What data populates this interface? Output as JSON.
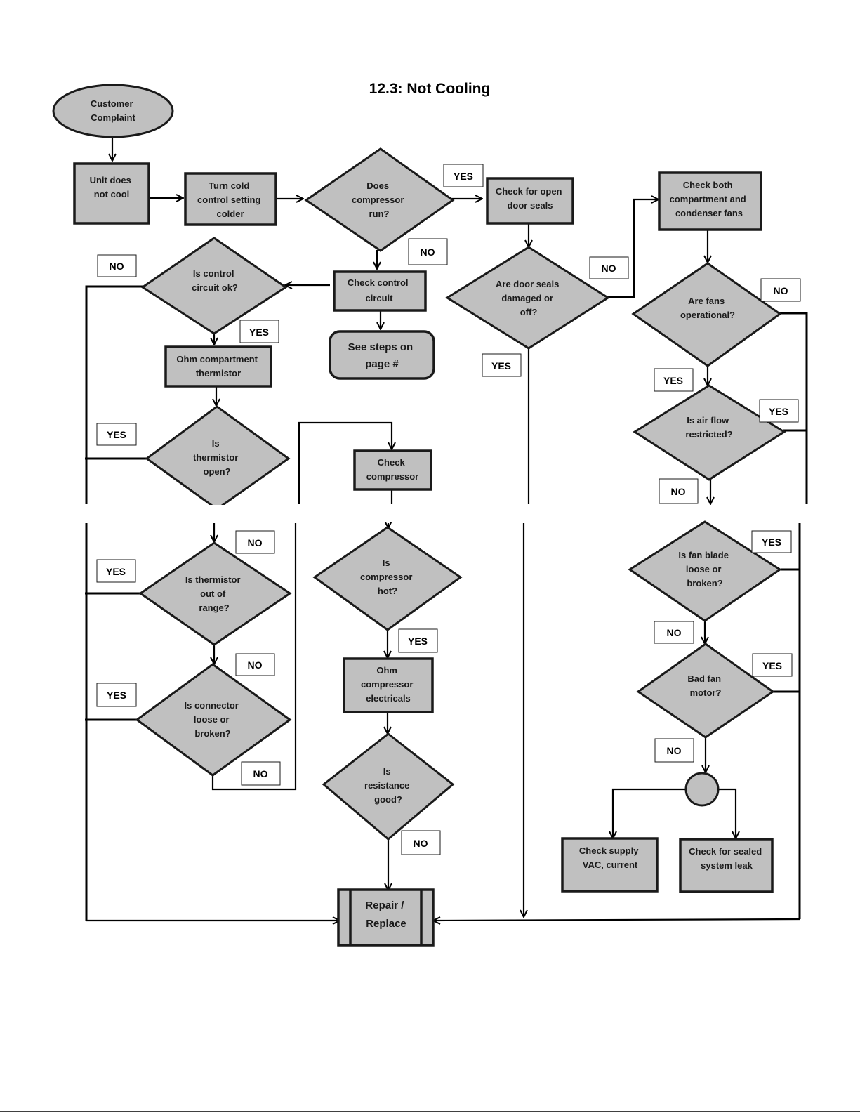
{
  "title": "12.3: Not Cooling",
  "nodes": {
    "customer_complaint": [
      "Customer",
      "Complaint"
    ],
    "unit_does_not_cool": [
      "Unit does",
      "not cool"
    ],
    "turn_cold_control": [
      "Turn cold",
      "control setting",
      "colder"
    ],
    "does_compressor_run": [
      "Does",
      "compressor",
      "run?"
    ],
    "check_open_door_seals": [
      "Check for open",
      "door seals"
    ],
    "check_both_fans": [
      "Check both",
      "compartment and",
      "condenser fans"
    ],
    "is_control_circuit_ok": [
      "Is control",
      "circuit ok?"
    ],
    "check_control_circuit": [
      "Check control",
      "circuit"
    ],
    "see_steps": [
      "See steps on",
      "page #"
    ],
    "door_seals_damaged": [
      "Are door seals",
      "damaged or",
      "off?"
    ],
    "are_fans_operational": [
      "Are fans",
      "operational?"
    ],
    "ohm_compartment_thermistor": [
      "Ohm compartment",
      "thermistor"
    ],
    "is_air_flow_restricted": [
      "Is air flow",
      "restricted?"
    ],
    "is_thermistor_open": [
      "Is",
      "thermistor",
      "open?"
    ],
    "check_compressor": [
      "Check",
      "compressor"
    ],
    "is_fan_blade_loose": [
      "Is fan blade",
      "loose or",
      "broken?"
    ],
    "is_thermistor_out_of_range": [
      "Is thermistor",
      "out of",
      "range?"
    ],
    "is_compressor_hot": [
      "Is",
      "compressor",
      "hot?"
    ],
    "is_connector_loose": [
      "Is connector",
      "loose or",
      "broken?"
    ],
    "ohm_compressor_electricals": [
      "Ohm",
      "compressor",
      "electricals"
    ],
    "bad_fan_motor": [
      "Bad fan",
      "motor?"
    ],
    "is_resistance_good": [
      "Is",
      "resistance",
      "good?"
    ],
    "check_supply_vac": [
      "Check supply",
      "VAC, current"
    ],
    "check_sealed_system_leak": [
      "Check for sealed",
      "system leak"
    ],
    "repair_replace": [
      "Repair /",
      "Replace"
    ]
  },
  "labels": {
    "yes": "YES",
    "no": "NO"
  }
}
